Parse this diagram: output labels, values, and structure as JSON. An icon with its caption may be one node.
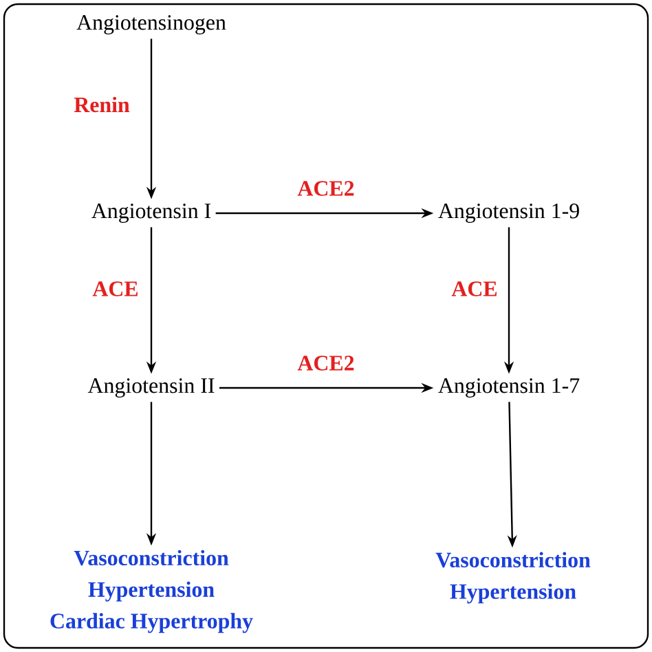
{
  "diagram": {
    "nodes": [
      {
        "text": [
          "Angiotensinogen"
        ]
      },
      {
        "text": [
          "Angiotensin I"
        ]
      },
      {
        "text": [
          "Angiotensin 1-9"
        ]
      },
      {
        "text": [
          "Angiotensin II"
        ]
      },
      {
        "text": [
          "Angiotensin 1-7"
        ]
      },
      {
        "text": [
          "Vasoconstriction",
          "Hypertension",
          "Cardiac Hypertrophy"
        ]
      },
      {
        "text": [
          "Vasoconstriction",
          "Hypertension"
        ]
      }
    ],
    "edges": [
      {
        "from": 0,
        "to": 1,
        "arrow": "to",
        "label": "Renin"
      },
      {
        "from": 1,
        "to": 2,
        "arrow": "to",
        "label": "ACE2"
      },
      {
        "from": 1,
        "to": 3,
        "arrow": "to",
        "label": "ACE"
      },
      {
        "from": 2,
        "to": 4,
        "arrow": "to",
        "label": "ACE"
      },
      {
        "from": 3,
        "to": 4,
        "arrow": "to",
        "label": "ACE2"
      },
      {
        "from": 3,
        "to": 5,
        "arrow": "to"
      },
      {
        "from": 4,
        "to": 6,
        "arrow": "to"
      }
    ]
  }
}
